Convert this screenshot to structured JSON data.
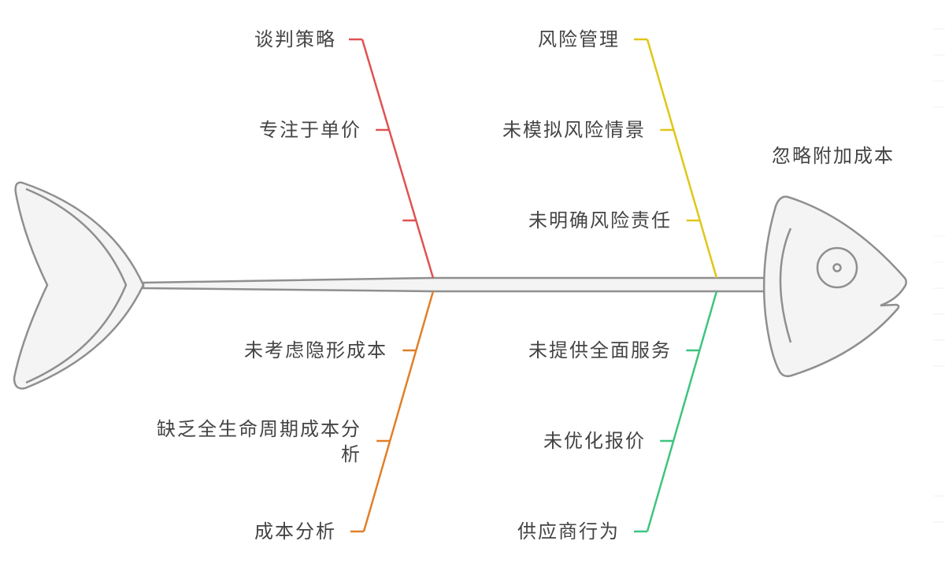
{
  "problem": "忽略附加成本",
  "colors": {
    "outline": "#8f8f8f",
    "fill": "#f4f4f4",
    "red": "#e05252",
    "yellow": "#e0c619",
    "orange": "#e07f2a",
    "green": "#3ec47f",
    "text": "#444444"
  },
  "categories": [
    {
      "name": "谈判策略",
      "color": "#e05252",
      "position": "top",
      "causes": [
        "专注于单价",
        ""
      ]
    },
    {
      "name": "风险管理",
      "color": "#e0c619",
      "position": "top",
      "causes": [
        "未模拟风险情景",
        "未明确风险责任"
      ]
    },
    {
      "name": "成本分析",
      "color": "#e07f2a",
      "position": "bottom",
      "causes": [
        "未考虑隐形成本",
        "缺乏全生命周期成本分析"
      ]
    },
    {
      "name": "供应商行为",
      "color": "#3ec47f",
      "position": "bottom",
      "causes": [
        "未提供全面服务",
        "未优化报价"
      ]
    }
  ]
}
